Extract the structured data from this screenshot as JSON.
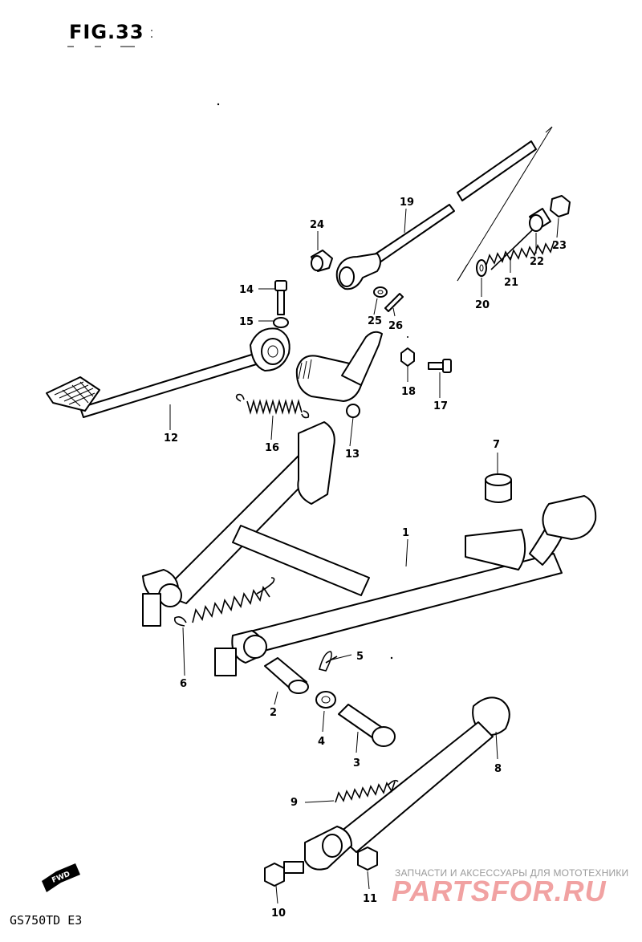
{
  "figure_title": "FIG.33",
  "model_code": "GS750TD  E3",
  "direction_mark": "FWD",
  "watermark": {
    "caption": "ЗАПЧАСТИ И АКСЕССУАРЫ ДЛЯ МОТОТЕХНИКИ",
    "logo": "PARTSFOR.RU"
  },
  "callouts": [
    "1",
    "2",
    "3",
    "4",
    "5",
    "6",
    "7",
    "8",
    "9",
    "10",
    "11",
    "12",
    "13",
    "14",
    "15",
    "16",
    "17",
    "18",
    "19",
    "20",
    "21",
    "22",
    "23",
    "24",
    "25",
    "26"
  ]
}
